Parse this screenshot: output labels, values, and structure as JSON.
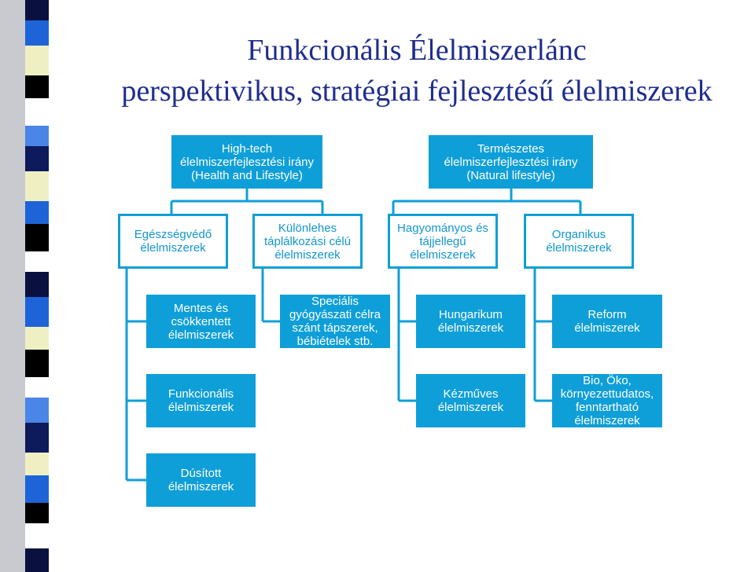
{
  "title": {
    "line1": "Funkcionális Élelmiszerlánc",
    "line2": "perspektivikus, stratégiai fejlesztésű élelmiszerek"
  },
  "colors": {
    "accent": "#0f9fd8",
    "title": "#1f2d8c",
    "stripe_blue": "#1e64d8",
    "stripe_cream": "#eef0c4"
  },
  "nodes": {
    "hightech": "High-tech\nélelmiszerfejlesztési irány\n(Health and Lifestyle)",
    "natural": "Természetes\nélelmiszerfejlesztési irány\n(Natural lifestyle)",
    "egeszsegvedo": "Egészségvédő\nélelmiszerek",
    "kulonleges": "Különlehes\ntáplálkozási célú\nélelmiszerek",
    "hagyomanyos": "Hagyományos és\ntájjellegű\nélelmiszerek",
    "organikus": "Organikus\nélelmiszerek",
    "mentes": "Mentes és\ncsökkentett\nélelmiszerek",
    "specialis": "Speciális\ngyógyászati célra\nszánt tápszerek,\nbébiételek stb.",
    "hungarikum": "Hungarikum\nélelmiszerek",
    "reform": "Reform\nélelmiszerek",
    "funkcionalis": "Funkcionális\nélelmiszerek",
    "kezmuves": "Kézműves\nélelmiszerek",
    "bio": "Bio, Öko,\nkörnyezettudatos,\nfenntartható\nélelmiszerek",
    "dusitott": "Dúsított\nélelmiszerek"
  }
}
